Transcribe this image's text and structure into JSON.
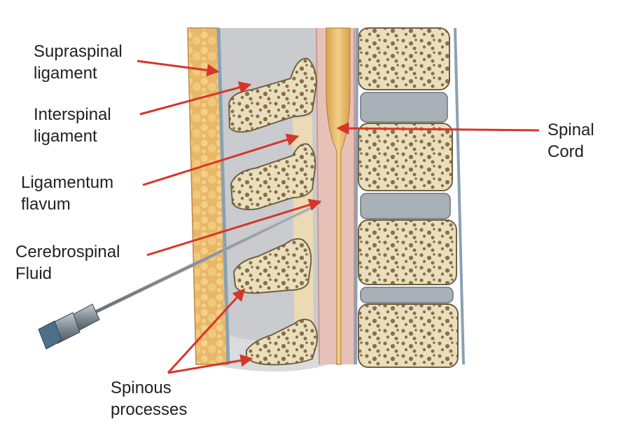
{
  "labels": {
    "supraspinal_ligament": [
      "Supraspinal",
      "ligament"
    ],
    "interspinal_ligament": [
      "Interspinal",
      "ligament"
    ],
    "ligamentum_flavum": [
      "Ligamentum",
      "flavum"
    ],
    "cerebrospinal_fluid": [
      "Cerebrospinal",
      "Fluid"
    ],
    "spinous_processes": [
      "Spinous",
      "processes"
    ],
    "spinal_cord": [
      "Spinal",
      "Cord"
    ]
  },
  "colors": {
    "arrow": "#d8352a",
    "bone": "#e9dfbd",
    "bone_outline": "#6f6146",
    "bone_pore": "#7a5a33",
    "disc": "#a9b0b8",
    "supraspinal_fat": "#e8b868",
    "interspinous_space": "#b9bcc0",
    "dura_space": "#e9c2b9",
    "spinal_cord": "#e6bd72",
    "needle": "#9aa0a6",
    "needle_hub": "#4d7088"
  }
}
